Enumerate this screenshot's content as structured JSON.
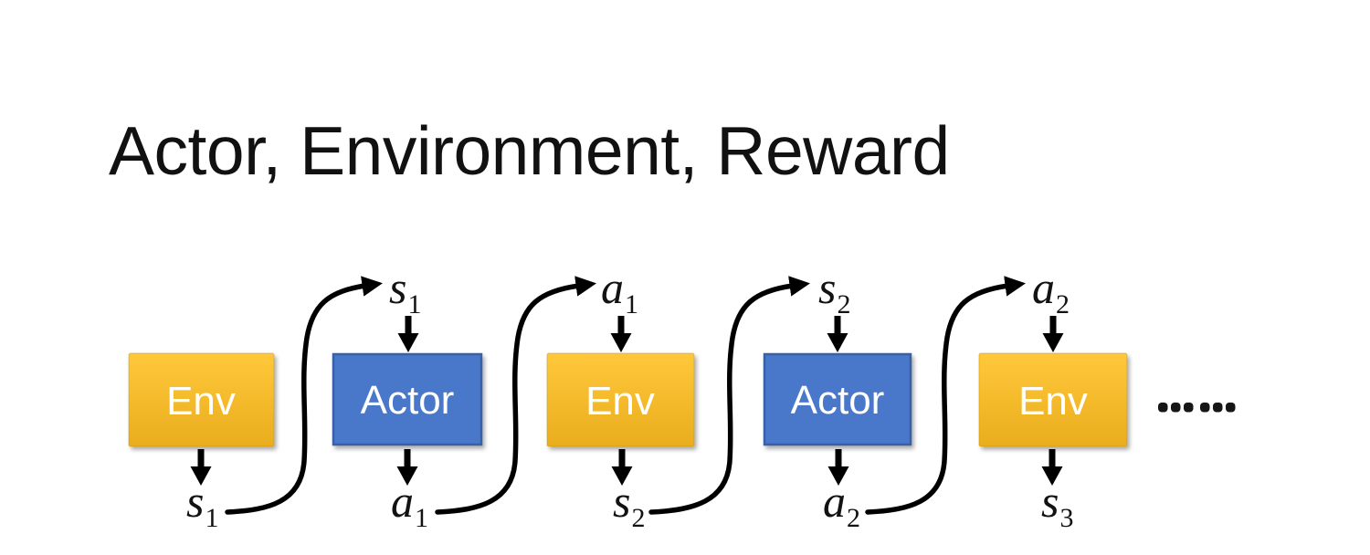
{
  "title": "Actor, Environment, Reward",
  "diagram": {
    "nodes": [
      {
        "label": "Env",
        "type": "environment"
      },
      {
        "label": "Actor",
        "type": "actor"
      },
      {
        "label": "Env",
        "type": "environment"
      },
      {
        "label": "Actor",
        "type": "actor"
      },
      {
        "label": "Env",
        "type": "environment"
      }
    ],
    "top_labels": [
      {
        "base": "s",
        "sub": "1"
      },
      {
        "base": "a",
        "sub": "1"
      },
      {
        "base": "s",
        "sub": "2"
      },
      {
        "base": "a",
        "sub": "2"
      }
    ],
    "bottom_labels": [
      {
        "base": "s",
        "sub": "1"
      },
      {
        "base": "a",
        "sub": "1"
      },
      {
        "base": "s",
        "sub": "2"
      },
      {
        "base": "a",
        "sub": "2"
      },
      {
        "base": "s",
        "sub": "3"
      }
    ],
    "ellipsis": "……",
    "colors": {
      "env_top": "#FFC83A",
      "env_bottom": "#E9AD1E",
      "actor_fill": "#4A78CB",
      "actor_border": "#3761A7",
      "arrow": "#000000",
      "text_on_box": "#FFFFFF"
    }
  }
}
